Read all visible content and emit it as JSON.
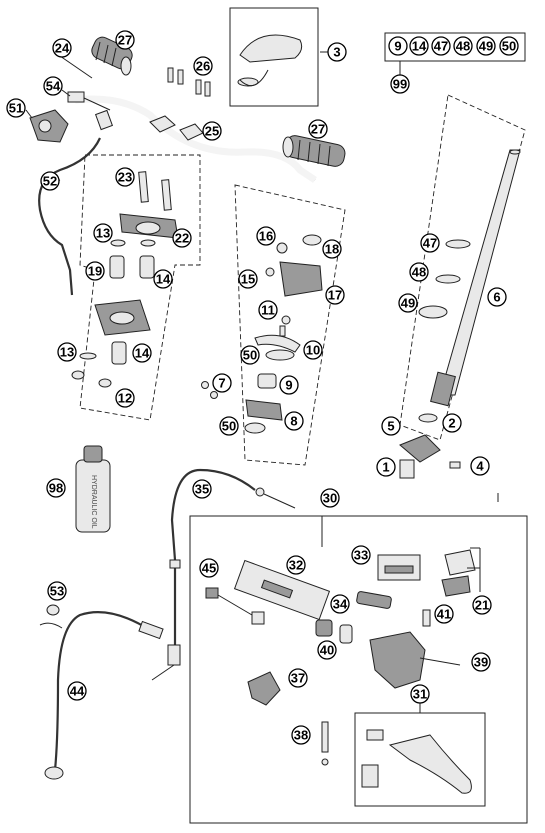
{
  "callouts": [
    {
      "label": "1"
    },
    {
      "label": "2"
    },
    {
      "label": "3"
    },
    {
      "label": "4"
    },
    {
      "label": "5"
    },
    {
      "label": "6"
    },
    {
      "label": "7"
    },
    {
      "label": "8"
    },
    {
      "label": "9"
    },
    {
      "label": "10"
    },
    {
      "label": "11"
    },
    {
      "label": "12"
    },
    {
      "label": "13"
    },
    {
      "label": "13"
    },
    {
      "label": "14"
    },
    {
      "label": "14"
    },
    {
      "label": "15"
    },
    {
      "label": "16"
    },
    {
      "label": "17"
    },
    {
      "label": "18"
    },
    {
      "label": "19"
    },
    {
      "label": "21"
    },
    {
      "label": "22"
    },
    {
      "label": "23"
    },
    {
      "label": "24"
    },
    {
      "label": "25"
    },
    {
      "label": "26"
    },
    {
      "label": "27"
    },
    {
      "label": "27"
    },
    {
      "label": "30"
    },
    {
      "label": "31"
    },
    {
      "label": "32"
    },
    {
      "label": "33"
    },
    {
      "label": "34"
    },
    {
      "label": "35"
    },
    {
      "label": "37"
    },
    {
      "label": "38"
    },
    {
      "label": "39"
    },
    {
      "label": "40"
    },
    {
      "label": "41"
    },
    {
      "label": "44"
    },
    {
      "label": "45"
    },
    {
      "label": "47"
    },
    {
      "label": "48"
    },
    {
      "label": "49"
    },
    {
      "label": "50"
    },
    {
      "label": "50"
    },
    {
      "label": "51"
    },
    {
      "label": "52"
    },
    {
      "label": "53"
    },
    {
      "label": "54"
    },
    {
      "label": "98"
    },
    {
      "label": "99"
    }
  ],
  "kit_box": {
    "items": [
      "9",
      "14",
      "47",
      "48",
      "49",
      "50"
    ],
    "kit_label": "99"
  },
  "bottle": {
    "label_text": "HYDRAULIC OIL"
  }
}
